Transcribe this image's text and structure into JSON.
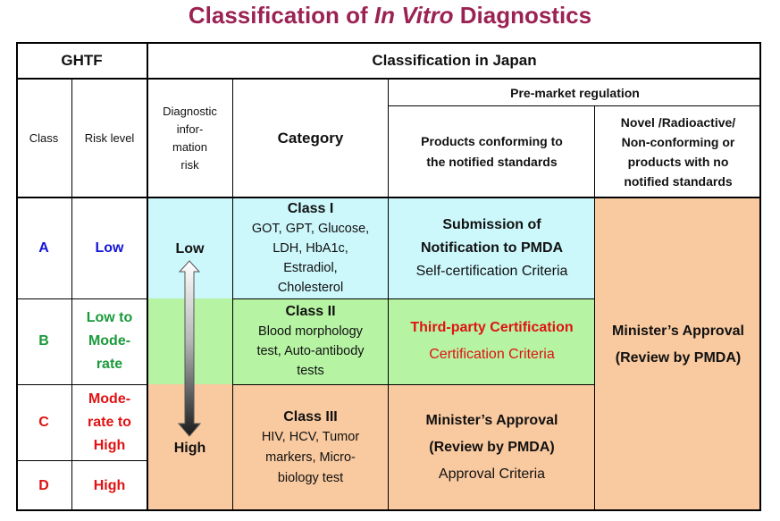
{
  "title": {
    "prefix": "Classification of ",
    "italic": "In Vitro",
    "suffix": " Diagnostics"
  },
  "header": {
    "ghtf": "GHTF",
    "japan": "Classification in Japan",
    "premarket": "Pre-market regulation",
    "class": "Class",
    "risk_level": "Risk level",
    "diag_risk": [
      "Diagnostic",
      "infor-",
      "mation",
      "risk"
    ],
    "category": "Category",
    "conforming": [
      "Products conforming to",
      "the notified standards"
    ],
    "novel": [
      "Novel /Radioactive/",
      "Non-conforming or",
      "products with no",
      "notified standards"
    ]
  },
  "rows": [
    {
      "class": "A",
      "risk": [
        "Low"
      ]
    },
    {
      "class": "B",
      "risk": [
        "Low to",
        "Mode-",
        "rate"
      ]
    },
    {
      "class": "C",
      "risk": [
        "Mode-",
        "rate to",
        "High"
      ]
    },
    {
      "class": "D",
      "risk": [
        "High"
      ]
    }
  ],
  "arrow": {
    "low": "Low",
    "high": "High"
  },
  "categories": [
    {
      "name": "Class I",
      "items": [
        "GOT, GPT, Glucose,",
        "LDH, HbA1c,",
        "Estradiol,",
        "Cholesterol"
      ]
    },
    {
      "name": "Class II",
      "items": [
        "Blood morphology",
        "test, Auto-antibody",
        "tests"
      ]
    },
    {
      "name": "Class III",
      "items": [
        "HIV, HCV, Tumor",
        "markers, Micro-",
        "biology test"
      ]
    }
  ],
  "conforming_cells": [
    {
      "lines": [
        "Submission of",
        "Notification to PMDA"
      ],
      "sub": "Self-certification Criteria"
    },
    {
      "lines": [
        "Third-party Certification"
      ],
      "sub": "Certification Criteria"
    },
    {
      "lines": [
        "Minister’s Approval",
        "(Review by PMDA)"
      ],
      "sub": "Approval Criteria"
    }
  ],
  "novel_cell": [
    "Minister’s Approval",
    "(Review by PMDA)"
  ],
  "colors": {
    "title": "#9b2353",
    "cyan": "#ccf7fb",
    "green": "#b6f3a3",
    "peach": "#f9c99f",
    "blue": "#1515d8",
    "greenText": "#1a9a3a",
    "red": "#e01212"
  }
}
